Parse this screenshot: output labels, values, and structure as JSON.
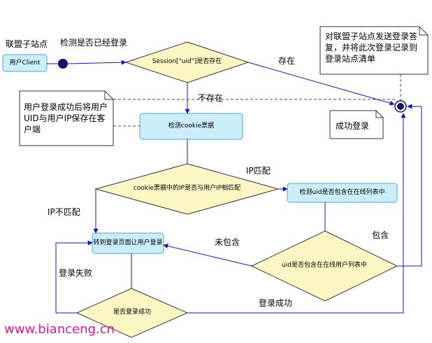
{
  "nodes": {
    "client": "用户Client",
    "check_cookie": "检测cookie票据",
    "goto_login": "转到登录页面让用户登录",
    "check_uid": "检测uid是否包含在在线列表中"
  },
  "decisions": {
    "session_exists": "Session[\"uid\"]是否存在",
    "ip_match": "cookie票据中的IP是否与用户IP相匹配",
    "uid_in_list": "uid是否包含在在线用户列表中",
    "login_success": "是否登录成功"
  },
  "notes": {
    "reply": "对联盟子站点发送登录答复，并将此次登录记录到登录站点清单",
    "save_cookie": "用户登录成功后将用户UID与用户IP保存在客户端",
    "success": "成功登录"
  },
  "labels": {
    "alliance_site": "联盟子站点",
    "check_logged_in": "检测是否已经登录",
    "exists": "存在",
    "not_exists": "不存在",
    "ip_matched": "IP匹配",
    "ip_not_matched": "IP不匹配",
    "not_contained": "未包含",
    "contained": "包含",
    "login_failed": "登录失败",
    "login_succeeded": "登录成功"
  },
  "watermark": "www.bianceng.cn",
  "colors": {
    "flow_line": "#1515d0",
    "dashed_line": "#3a3ae0",
    "node_fill": "#cbeefa",
    "node_border": "#4fa8c8",
    "decision_fill": "#fbf6c4",
    "decision_border": "#333333",
    "watermark": "#e0189a"
  }
}
